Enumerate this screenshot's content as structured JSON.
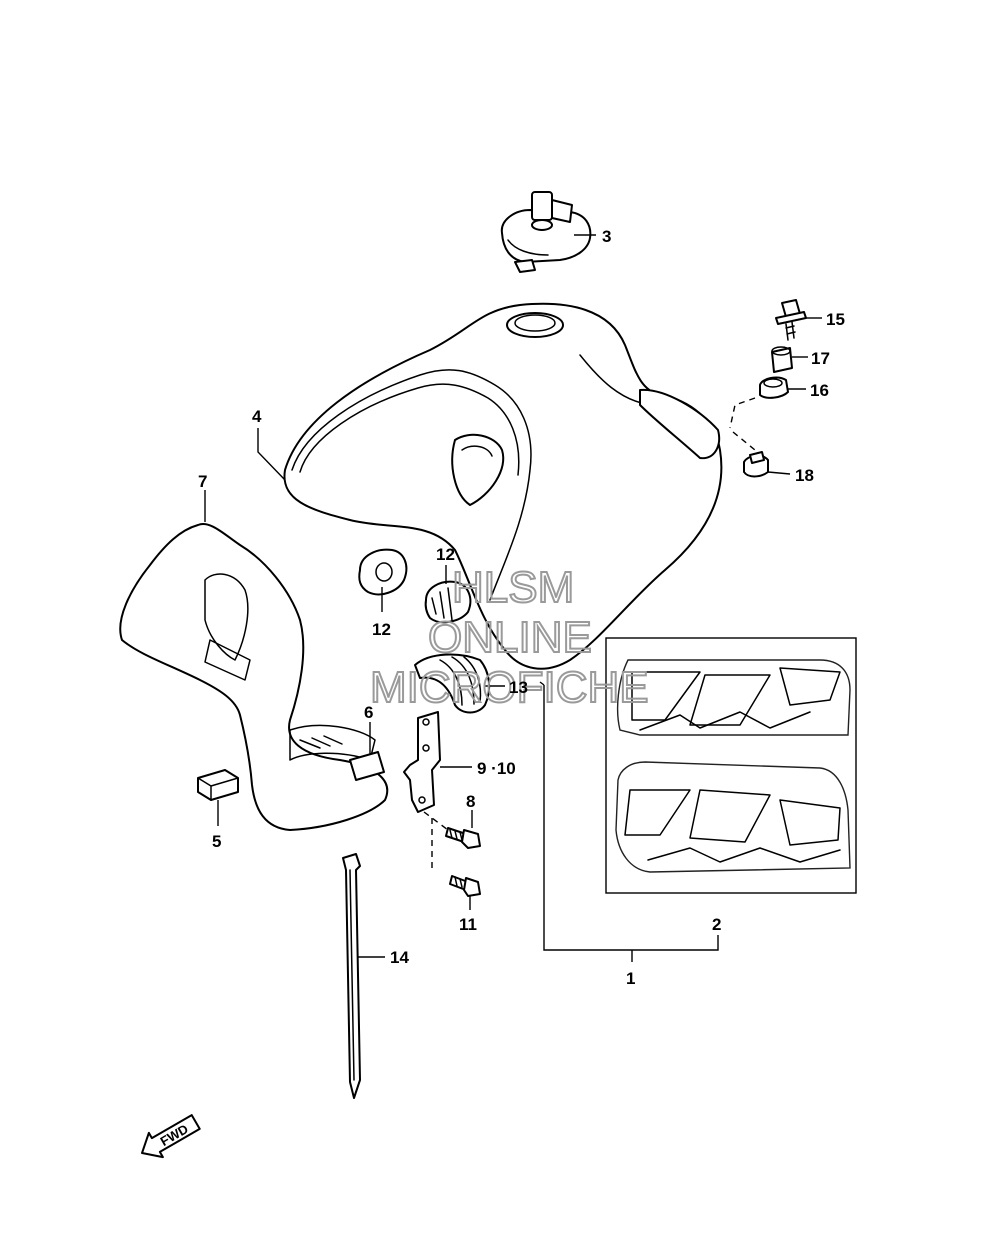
{
  "watermark": {
    "line1": "HLSM",
    "line2": "ONLINE",
    "line3": "MICROFICHE",
    "color": "#9a9a9a"
  },
  "direction_marker": {
    "label": "FWD",
    "icon": "forward-arrow-icon"
  },
  "callouts": {
    "c1": "1",
    "c2": "2",
    "c3": "3",
    "c4": "4",
    "c5": "5",
    "c6": "6",
    "c7": "7",
    "c8": "8",
    "c9_10": "9 ·10",
    "c11": "11",
    "c12a": "12",
    "c12b": "12",
    "c13": "13",
    "c14": "14",
    "c15": "15",
    "c16": "16",
    "c17": "17",
    "c18": "18"
  },
  "colors": {
    "line": "#000000",
    "background": "#ffffff"
  }
}
